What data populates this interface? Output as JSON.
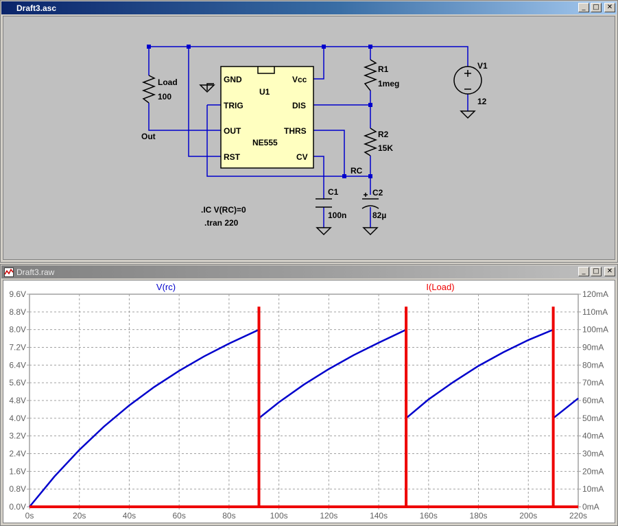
{
  "schematic_window": {
    "title": "Draft3.asc",
    "buttons": {
      "minimize": "_",
      "maximize": "□",
      "close": "✕"
    },
    "components": {
      "load_name": "Load",
      "load_value": "100",
      "out_label": "Out",
      "ic_name": "U1",
      "ic_part": "NE555",
      "pins": {
        "gnd": "GND",
        "vcc": "Vcc",
        "trig": "TRIG",
        "dis": "DIS",
        "out": "OUT",
        "thrs": "THRS",
        "rst": "RST",
        "cv": "CV"
      },
      "r1_name": "R1",
      "r1_value": "1meg",
      "r2_name": "R2",
      "r2_value": "15K",
      "v1_name": "V1",
      "v1_value": "12",
      "c1_name": "C1",
      "c1_value": "100n",
      "c2_name": "C2",
      "c2_value": "82µ",
      "rc_label": "RC"
    },
    "directives": {
      "ic": ".IC V(RC)=0",
      "tran": ".tran 220"
    }
  },
  "plot_window": {
    "title": "Draft3.raw",
    "buttons": {
      "minimize": "_",
      "maximize": "□",
      "close": "✕"
    }
  },
  "colors": {
    "vrc": "#0000cc",
    "iload": "#ee0000",
    "grid": "#a0a0a0",
    "wire": "#0000cc",
    "ic_fill": "#ffffc0"
  },
  "chart_data": {
    "type": "line",
    "x_ticks": [
      "0s",
      "20s",
      "40s",
      "60s",
      "80s",
      "100s",
      "120s",
      "140s",
      "160s",
      "180s",
      "200s",
      "220s"
    ],
    "xlim": [
      0,
      220
    ],
    "y_left_ticks": [
      "0.0V",
      "0.8V",
      "1.6V",
      "2.4V",
      "3.2V",
      "4.0V",
      "4.8V",
      "5.6V",
      "6.4V",
      "7.2V",
      "8.0V",
      "8.8V",
      "9.6V"
    ],
    "y_left_lim": [
      0,
      9.6
    ],
    "y_right_ticks": [
      "0mA",
      "10mA",
      "20mA",
      "30mA",
      "40mA",
      "50mA",
      "60mA",
      "70mA",
      "80mA",
      "90mA",
      "100mA",
      "110mA",
      "120mA"
    ],
    "y_right_lim": [
      0,
      120
    ],
    "grid": true,
    "series": [
      {
        "name": "V(rc)",
        "axis": "left",
        "x": [
          0,
          10,
          20,
          30,
          40,
          50,
          60,
          70,
          80,
          92,
          92,
          100,
          110,
          120,
          130,
          140,
          151,
          151,
          160,
          170,
          180,
          190,
          200,
          210,
          210,
          220
        ],
        "y": [
          0,
          1.37,
          2.57,
          3.64,
          4.58,
          5.41,
          6.14,
          6.79,
          7.37,
          8.0,
          4.0,
          4.72,
          5.52,
          6.22,
          6.85,
          7.41,
          8.0,
          4.0,
          4.85,
          5.64,
          6.36,
          6.98,
          7.53,
          8.0,
          4.0,
          4.9
        ]
      },
      {
        "name": "I(Load)",
        "axis": "right",
        "x": [
          0,
          92,
          92,
          92,
          151,
          151,
          151,
          210,
          210,
          210,
          220
        ],
        "y": [
          0,
          0,
          113,
          0,
          0,
          113,
          0,
          0,
          113,
          0,
          0
        ]
      }
    ]
  }
}
